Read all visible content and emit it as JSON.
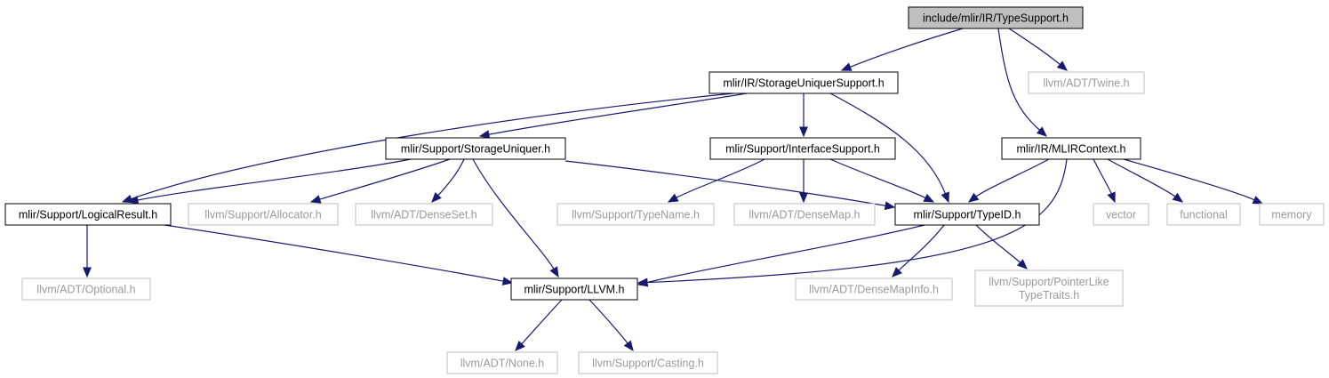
{
  "graph": {
    "edge_color": "#191970",
    "root_fill": "#bfbfbf",
    "internal_border": "#000000",
    "external_border": "#bfbfbf",
    "external_text": "#9a9a9a",
    "nodes": [
      {
        "id": "typesupport",
        "label": "include/mlir/IR/TypeSupport.h",
        "kind": "root"
      },
      {
        "id": "storageuniquersupport",
        "label": "mlir/IR/StorageUniquerSupport.h",
        "kind": "internal"
      },
      {
        "id": "twine",
        "label": "llvm/ADT/Twine.h",
        "kind": "external"
      },
      {
        "id": "mlircontext",
        "label": "mlir/IR/MLIRContext.h",
        "kind": "internal"
      },
      {
        "id": "storageuniquer",
        "label": "mlir/Support/StorageUniquer.h",
        "kind": "internal"
      },
      {
        "id": "interfacesupport",
        "label": "mlir/Support/InterfaceSupport.h",
        "kind": "internal"
      },
      {
        "id": "logicalresult",
        "label": "mlir/Support/LogicalResult.h",
        "kind": "internal"
      },
      {
        "id": "allocator",
        "label": "llvm/Support/Allocator.h",
        "kind": "external"
      },
      {
        "id": "denseset",
        "label": "llvm/ADT/DenseSet.h",
        "kind": "external"
      },
      {
        "id": "typename",
        "label": "llvm/Support/TypeName.h",
        "kind": "external"
      },
      {
        "id": "densemap",
        "label": "llvm/ADT/DenseMap.h",
        "kind": "external"
      },
      {
        "id": "typeid",
        "label": "mlir/Support/TypeID.h",
        "kind": "internal"
      },
      {
        "id": "vector",
        "label": "vector",
        "kind": "external"
      },
      {
        "id": "functional",
        "label": "functional",
        "kind": "external"
      },
      {
        "id": "memory",
        "label": "memory",
        "kind": "external"
      },
      {
        "id": "optional",
        "label": "llvm/ADT/Optional.h",
        "kind": "external"
      },
      {
        "id": "llvm",
        "label": "mlir/Support/LLVM.h",
        "kind": "internal"
      },
      {
        "id": "densemapinfo",
        "label": "llvm/ADT/DenseMapInfo.h",
        "kind": "external"
      },
      {
        "id": "pointerlike",
        "label": "llvm/Support/PointerLike\nTypeTraits.h",
        "kind": "external"
      },
      {
        "id": "none",
        "label": "llvm/ADT/None.h",
        "kind": "external"
      },
      {
        "id": "casting",
        "label": "llvm/Support/Casting.h",
        "kind": "external"
      }
    ],
    "edges": [
      [
        "typesupport",
        "storageuniquersupport"
      ],
      [
        "typesupport",
        "twine"
      ],
      [
        "typesupport",
        "mlircontext"
      ],
      [
        "storageuniquersupport",
        "logicalresult"
      ],
      [
        "storageuniquersupport",
        "storageuniquer"
      ],
      [
        "storageuniquersupport",
        "interfacesupport"
      ],
      [
        "storageuniquersupport",
        "typeid"
      ],
      [
        "storageuniquer",
        "logicalresult"
      ],
      [
        "storageuniquer",
        "allocator"
      ],
      [
        "storageuniquer",
        "denseset"
      ],
      [
        "storageuniquer",
        "llvm"
      ],
      [
        "storageuniquer",
        "typeid"
      ],
      [
        "interfacesupport",
        "typename"
      ],
      [
        "interfacesupport",
        "densemap"
      ],
      [
        "interfacesupport",
        "typeid"
      ],
      [
        "mlircontext",
        "typeid"
      ],
      [
        "mlircontext",
        "llvm"
      ],
      [
        "mlircontext",
        "vector"
      ],
      [
        "mlircontext",
        "functional"
      ],
      [
        "mlircontext",
        "memory"
      ],
      [
        "logicalresult",
        "optional"
      ],
      [
        "logicalresult",
        "llvm"
      ],
      [
        "typeid",
        "llvm"
      ],
      [
        "typeid",
        "densemapinfo"
      ],
      [
        "typeid",
        "pointerlike"
      ],
      [
        "llvm",
        "none"
      ],
      [
        "llvm",
        "casting"
      ]
    ]
  }
}
